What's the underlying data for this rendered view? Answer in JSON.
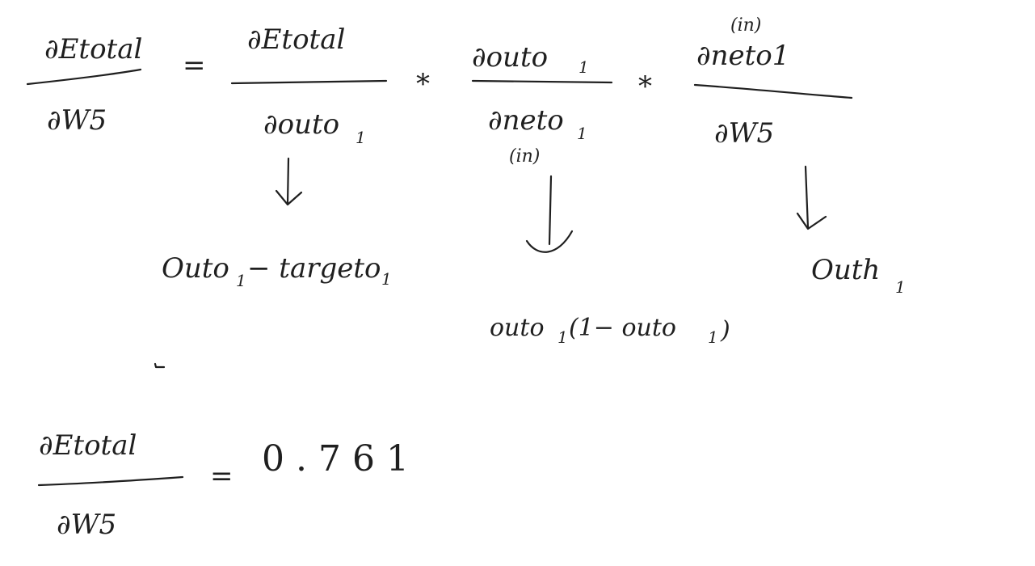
{
  "equation_main": {
    "lhs": {
      "numerator": "∂Etotal",
      "denominator": "∂W5"
    },
    "equals": "=",
    "term1": {
      "numerator": "∂Etotal",
      "denominator": "∂outo",
      "denominator_sub": "1"
    },
    "times1": "*",
    "term2": {
      "numerator": "∂outo",
      "numerator_sub": "1",
      "denominator": "∂neto",
      "denominator_sub": "1",
      "annotation": "(in)"
    },
    "times2": "*",
    "term3": {
      "annotation": "(in)",
      "numerator": "∂neto1",
      "denominator": "∂W5"
    }
  },
  "results": {
    "term1_value": {
      "main": "Outo",
      "sub": "1",
      "rest": " − targeto",
      "rest_sub": "1"
    },
    "term2_value": {
      "main": "outo",
      "sub": "1",
      "rest": "(1− outo",
      "rest_sub": "1",
      "close": ")"
    },
    "term3_value": {
      "main": "Outh",
      "sub": "1"
    }
  },
  "equation_final": {
    "numerator": "∂Etotal",
    "denominator": "∂W5",
    "equals": "=",
    "value": "0.761"
  }
}
